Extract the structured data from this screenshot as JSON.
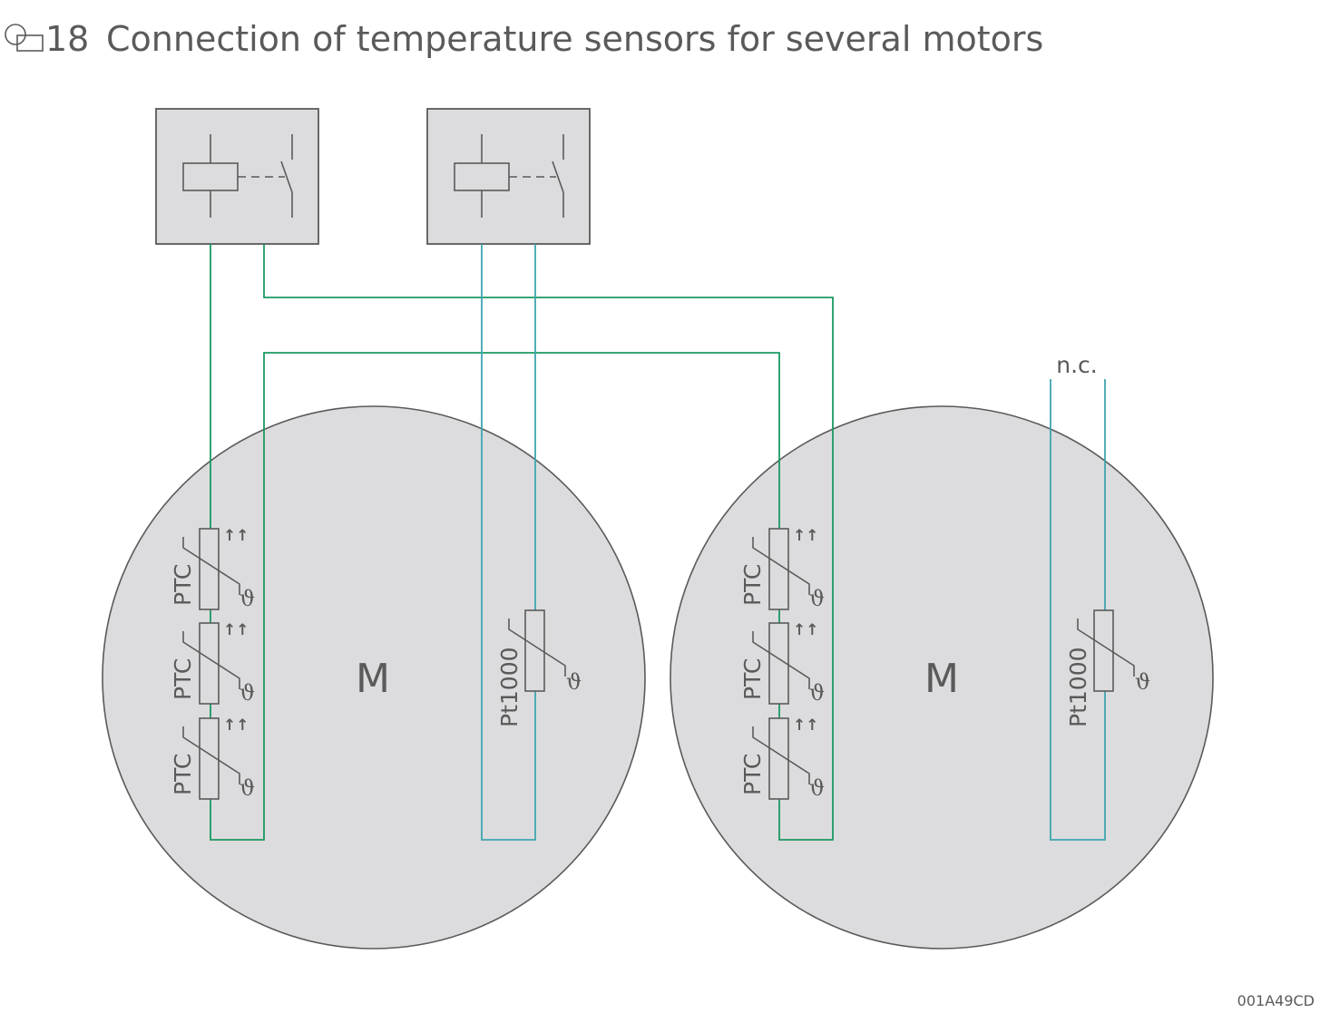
{
  "header": {
    "figure_number": "18",
    "title": "Connection of temperature sensors for several motors"
  },
  "motors": [
    {
      "label": "M",
      "ptc_sensors": [
        "PTC",
        "PTC",
        "PTC"
      ],
      "pt_sensor": "Pt1000"
    },
    {
      "label": "M",
      "ptc_sensors": [
        "PTC",
        "PTC",
        "PTC"
      ],
      "pt_sensor": "Pt1000",
      "pt_note": "n.c."
    }
  ],
  "symbols": {
    "theta": "ϑ",
    "ptc_arrows": "↑↑"
  },
  "footer": {
    "code": "001A49CD"
  },
  "colors": {
    "green_wire": "#1a9a62",
    "teal_wire": "#3fa6b0",
    "component_fill": "#dcdcde",
    "outline": "#5a5a5a"
  }
}
